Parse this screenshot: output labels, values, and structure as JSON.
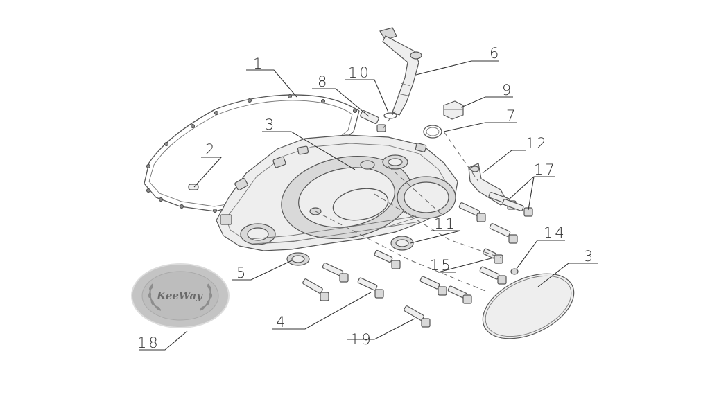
{
  "labels": {
    "l1": "1",
    "l2": "2",
    "l3a": "3",
    "l3b": "3",
    "l4": "4",
    "l5": "5",
    "l6": "6",
    "l7": "7",
    "l8": "8",
    "l9": "9",
    "l10": "10",
    "l11": "11",
    "l12": "12",
    "l14": "14",
    "l15": "15",
    "l17": "17",
    "l18": "18",
    "l19": "19"
  },
  "logo": {
    "text": "KeeWay"
  },
  "colors": {
    "line": "#555555",
    "badge": "#c8c8c8"
  }
}
